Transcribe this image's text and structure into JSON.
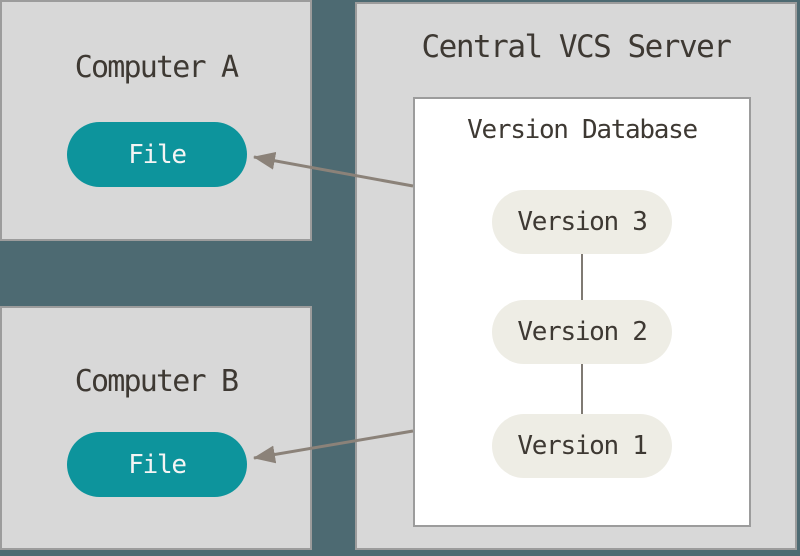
{
  "diagram": {
    "title": "Central VCS Server",
    "server": {
      "title": "Central VCS Server",
      "version_database": {
        "title": "Version Database",
        "versions": [
          {
            "label": "Version 3"
          },
          {
            "label": "Version 2"
          },
          {
            "label": "Version 1"
          }
        ]
      }
    },
    "computers": [
      {
        "name": "Computer A",
        "file": {
          "label": "File"
        }
      },
      {
        "name": "Computer B",
        "file": {
          "label": "File"
        }
      }
    ],
    "colors": {
      "background": "#4d6a72",
      "box_fill": "#d8d8d8",
      "box_border": "#9c9c9c",
      "version_database_fill": "#ffffff",
      "file_pill_fill": "#0d949c",
      "file_pill_text": "#f4f4f4",
      "version_pill_fill": "#eeede5",
      "label_text": "#3e3933",
      "arrow": "#8b8279",
      "version_connector": "#7f7a73"
    }
  }
}
